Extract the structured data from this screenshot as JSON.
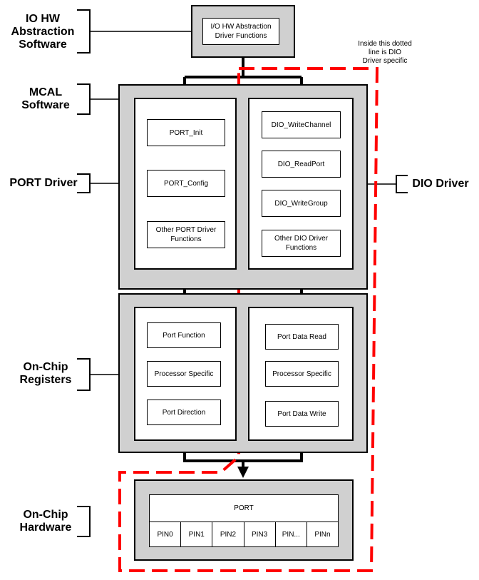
{
  "labels": {
    "io_hw": "IO HW\nAbstraction\nSoftware",
    "mcal": "MCAL\nSoftware",
    "port_driver": "PORT Driver",
    "dio_driver": "DIO Driver",
    "onchip_registers": "On-Chip\nRegisters",
    "onchip_hardware": "On-Chip\nHardware"
  },
  "note": "Inside this dotted\nline is DIO\nDriver specific",
  "io_hw_box": "I/O HW Abstraction\nDriver Functions",
  "port_functions": [
    "PORT_Init",
    "PORT_Config",
    "Other PORT Driver\nFunctions"
  ],
  "dio_functions": [
    "DIO_WriteChannel",
    "DIO_ReadPort",
    "DIO_WriteGroup",
    "Other  DIO Driver\nFunctions"
  ],
  "port_registers": [
    "Port Function",
    "Processor Specific",
    "Port Direction"
  ],
  "dio_registers": [
    "Port Data Read",
    "Processor Specific",
    "Port Data Write"
  ],
  "hardware": {
    "port_label": "PORT",
    "pins": [
      "PIN0",
      "PIN1",
      "PIN2",
      "PIN3",
      "PIN...",
      "PINn"
    ]
  },
  "colors": {
    "box_gray": "#d0d0d0",
    "dashed_line": "#ff0000"
  }
}
